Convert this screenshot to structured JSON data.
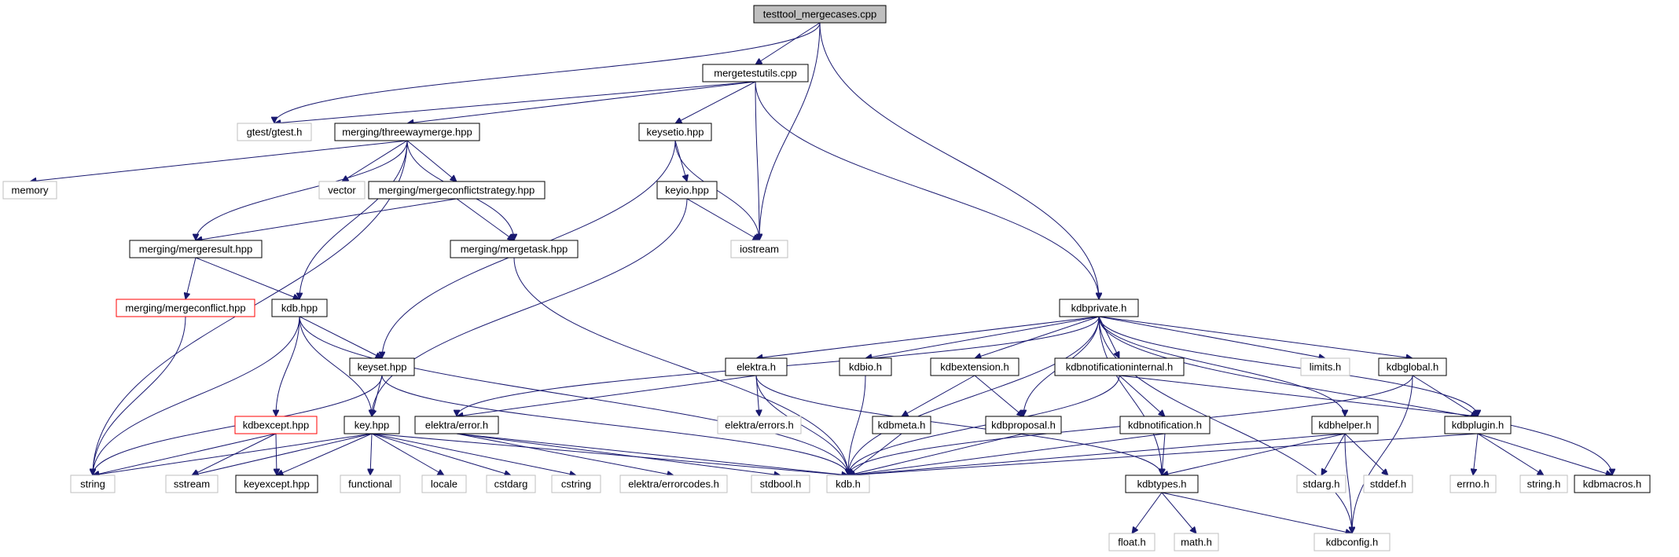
{
  "diagram": {
    "type": "include-dependency-graph",
    "colors": {
      "edge": "#191970",
      "root_fill": "#bfbfbf",
      "node_fill": "#ffffff",
      "documented_border": "#000000",
      "external_border": "#bfbfbf",
      "truncated_border": "#ff0000"
    },
    "nodes": [
      {
        "id": "testtool_mergecases_cpp",
        "label": "testtool_mergecases.cpp",
        "style": "root"
      },
      {
        "id": "mergetestutils_cpp",
        "label": "mergetestutils.cpp",
        "style": "documented"
      },
      {
        "id": "gtest_h",
        "label": "gtest/gtest.h",
        "style": "external"
      },
      {
        "id": "threewaymerge_hpp",
        "label": "merging/threewaymerge.hpp",
        "style": "documented"
      },
      {
        "id": "keysetio_hpp",
        "label": "keysetio.hpp",
        "style": "documented"
      },
      {
        "id": "memory",
        "label": "memory",
        "style": "external"
      },
      {
        "id": "vector",
        "label": "vector",
        "style": "external"
      },
      {
        "id": "mergeconflictstrategy_hpp",
        "label": "merging/mergeconflictstrategy.hpp",
        "style": "documented"
      },
      {
        "id": "keyio_hpp",
        "label": "keyio.hpp",
        "style": "documented"
      },
      {
        "id": "mergeresult_hpp",
        "label": "merging/mergeresult.hpp",
        "style": "documented"
      },
      {
        "id": "mergetask_hpp",
        "label": "merging/mergetask.hpp",
        "style": "documented"
      },
      {
        "id": "iostream",
        "label": "iostream",
        "style": "external"
      },
      {
        "id": "mergeconflict_hpp",
        "label": "merging/mergeconflict.hpp",
        "style": "truncated"
      },
      {
        "id": "kdb_hpp",
        "label": "kdb.hpp",
        "style": "documented"
      },
      {
        "id": "kdbprivate_h",
        "label": "kdbprivate.h",
        "style": "documented"
      },
      {
        "id": "keyset_hpp",
        "label": "keyset.hpp",
        "style": "documented"
      },
      {
        "id": "elektra_h",
        "label": "elektra.h",
        "style": "documented"
      },
      {
        "id": "kdbio_h",
        "label": "kdbio.h",
        "style": "documented"
      },
      {
        "id": "kdbextension_h",
        "label": "kdbextension.h",
        "style": "documented"
      },
      {
        "id": "kdbnotificationinternal_h",
        "label": "kdbnotificationinternal.h",
        "style": "documented"
      },
      {
        "id": "limits_h",
        "label": "limits.h",
        "style": "external"
      },
      {
        "id": "kdbglobal_h",
        "label": "kdbglobal.h",
        "style": "documented"
      },
      {
        "id": "kdbexcept_hpp",
        "label": "kdbexcept.hpp",
        "style": "truncated"
      },
      {
        "id": "key_hpp",
        "label": "key.hpp",
        "style": "documented"
      },
      {
        "id": "elektra_error_h",
        "label": "elektra/error.h",
        "style": "documented"
      },
      {
        "id": "elektra_errors_h",
        "label": "elektra/errors.h",
        "style": "external"
      },
      {
        "id": "kdbmeta_h",
        "label": "kdbmeta.h",
        "style": "documented"
      },
      {
        "id": "kdbproposal_h",
        "label": "kdbproposal.h",
        "style": "documented"
      },
      {
        "id": "kdbnotification_h",
        "label": "kdbnotification.h",
        "style": "documented"
      },
      {
        "id": "kdbhelper_h",
        "label": "kdbhelper.h",
        "style": "documented"
      },
      {
        "id": "kdbplugin_h",
        "label": "kdbplugin.h",
        "style": "documented"
      },
      {
        "id": "string",
        "label": "string",
        "style": "external"
      },
      {
        "id": "sstream",
        "label": "sstream",
        "style": "external"
      },
      {
        "id": "keyexcept_hpp",
        "label": "keyexcept.hpp",
        "style": "documented"
      },
      {
        "id": "functional",
        "label": "functional",
        "style": "external"
      },
      {
        "id": "locale",
        "label": "locale",
        "style": "external"
      },
      {
        "id": "cstdarg",
        "label": "cstdarg",
        "style": "external"
      },
      {
        "id": "cstring",
        "label": "cstring",
        "style": "external"
      },
      {
        "id": "elektra_errorcodes_h",
        "label": "elektra/errorcodes.h",
        "style": "external"
      },
      {
        "id": "stdbool_h",
        "label": "stdbool.h",
        "style": "external"
      },
      {
        "id": "kdb_h",
        "label": "kdb.h",
        "style": "external"
      },
      {
        "id": "kdbtypes_h",
        "label": "kdbtypes.h",
        "style": "documented"
      },
      {
        "id": "stdarg_h",
        "label": "stdarg.h",
        "style": "external"
      },
      {
        "id": "stddef_h",
        "label": "stddef.h",
        "style": "external"
      },
      {
        "id": "errno_h",
        "label": "errno.h",
        "style": "external"
      },
      {
        "id": "string_h",
        "label": "string.h",
        "style": "external"
      },
      {
        "id": "kdbmacros_h",
        "label": "kdbmacros.h",
        "style": "documented"
      },
      {
        "id": "float_h",
        "label": "float.h",
        "style": "external"
      },
      {
        "id": "math_h",
        "label": "math.h",
        "style": "external"
      },
      {
        "id": "kdbconfig_h",
        "label": "kdbconfig.h",
        "style": "external"
      }
    ],
    "edges": [
      [
        "testtool_mergecases_cpp",
        "mergetestutils_cpp"
      ],
      [
        "testtool_mergecases_cpp",
        "gtest_h"
      ],
      [
        "testtool_mergecases_cpp",
        "iostream"
      ],
      [
        "testtool_mergecases_cpp",
        "kdbprivate_h"
      ],
      [
        "mergetestutils_cpp",
        "gtest_h"
      ],
      [
        "mergetestutils_cpp",
        "threewaymerge_hpp"
      ],
      [
        "mergetestutils_cpp",
        "keysetio_hpp"
      ],
      [
        "mergetestutils_cpp",
        "iostream"
      ],
      [
        "mergetestutils_cpp",
        "kdbprivate_h"
      ],
      [
        "threewaymerge_hpp",
        "memory"
      ],
      [
        "threewaymerge_hpp",
        "vector"
      ],
      [
        "threewaymerge_hpp",
        "mergeconflictstrategy_hpp"
      ],
      [
        "threewaymerge_hpp",
        "mergeresult_hpp"
      ],
      [
        "threewaymerge_hpp",
        "mergetask_hpp"
      ],
      [
        "threewaymerge_hpp",
        "kdb_hpp"
      ],
      [
        "threewaymerge_hpp",
        "string"
      ],
      [
        "keysetio_hpp",
        "keyio_hpp"
      ],
      [
        "keysetio_hpp",
        "iostream"
      ],
      [
        "keysetio_hpp",
        "keyset_hpp"
      ],
      [
        "keyio_hpp",
        "iostream"
      ],
      [
        "keyio_hpp",
        "key_hpp"
      ],
      [
        "mergeconflictstrategy_hpp",
        "mergeresult_hpp"
      ],
      [
        "mergeconflictstrategy_hpp",
        "mergetask_hpp"
      ],
      [
        "mergeresult_hpp",
        "mergeconflict_hpp"
      ],
      [
        "mergeresult_hpp",
        "kdb_hpp"
      ],
      [
        "mergetask_hpp",
        "kdb_h"
      ],
      [
        "mergeconflict_hpp",
        "string"
      ],
      [
        "kdb_hpp",
        "keyset_hpp"
      ],
      [
        "kdb_hpp",
        "key_hpp"
      ],
      [
        "kdb_hpp",
        "kdbexcept_hpp"
      ],
      [
        "kdb_hpp",
        "string"
      ],
      [
        "kdb_hpp",
        "kdb_h"
      ],
      [
        "keyset_hpp",
        "key_hpp"
      ],
      [
        "keyset_hpp",
        "kdb_h"
      ],
      [
        "keyset_hpp",
        "string"
      ],
      [
        "kdbexcept_hpp",
        "keyexcept_hpp"
      ],
      [
        "kdbexcept_hpp",
        "string"
      ],
      [
        "kdbexcept_hpp",
        "sstream"
      ],
      [
        "key_hpp",
        "string"
      ],
      [
        "key_hpp",
        "sstream"
      ],
      [
        "key_hpp",
        "keyexcept_hpp"
      ],
      [
        "key_hpp",
        "functional"
      ],
      [
        "key_hpp",
        "locale"
      ],
      [
        "key_hpp",
        "cstdarg"
      ],
      [
        "key_hpp",
        "cstring"
      ],
      [
        "key_hpp",
        "kdb_h"
      ],
      [
        "kdbprivate_h",
        "elektra_h"
      ],
      [
        "kdbprivate_h",
        "kdbio_h"
      ],
      [
        "kdbprivate_h",
        "kdbextension_h"
      ],
      [
        "kdbprivate_h",
        "kdbnotificationinternal_h"
      ],
      [
        "kdbprivate_h",
        "limits_h"
      ],
      [
        "kdbprivate_h",
        "kdbglobal_h"
      ],
      [
        "kdbprivate_h",
        "elektra_error_h"
      ],
      [
        "kdbprivate_h",
        "kdbproposal_h"
      ],
      [
        "kdbprivate_h",
        "kdbhelper_h"
      ],
      [
        "kdbprivate_h",
        "kdbplugin_h"
      ],
      [
        "kdbprivate_h",
        "kdbmacros_h"
      ],
      [
        "kdbprivate_h",
        "kdbtypes_h"
      ],
      [
        "kdbprivate_h",
        "kdbconfig_h"
      ],
      [
        "kdbprivate_h",
        "kdb_h"
      ],
      [
        "elektra_h",
        "elektra_errors_h"
      ],
      [
        "elektra_h",
        "elektra_error_h"
      ],
      [
        "elektra_h",
        "kdb_h"
      ],
      [
        "elektra_h",
        "kdbtypes_h"
      ],
      [
        "elektra_error_h",
        "elektra_errorcodes_h"
      ],
      [
        "elektra_error_h",
        "stdbool_h"
      ],
      [
        "elektra_error_h",
        "kdb_h"
      ],
      [
        "kdbio_h",
        "kdb_h"
      ],
      [
        "kdbextension_h",
        "kdbmeta_h"
      ],
      [
        "kdbextension_h",
        "kdbproposal_h"
      ],
      [
        "kdbmeta_h",
        "kdb_h"
      ],
      [
        "kdbproposal_h",
        "kdb_h"
      ],
      [
        "kdbnotificationinternal_h",
        "kdbnotification_h"
      ],
      [
        "kdbnotificationinternal_h",
        "kdbplugin_h"
      ],
      [
        "kdbnotificationinternal_h",
        "kdb_h"
      ],
      [
        "kdbnotification_h",
        "kdbtypes_h"
      ],
      [
        "kdbnotification_h",
        "kdb_h"
      ],
      [
        "kdbglobal_h",
        "kdbplugin_h"
      ],
      [
        "kdbglobal_h",
        "kdbconfig_h"
      ],
      [
        "kdbglobal_h",
        "kdb_h"
      ],
      [
        "kdbhelper_h",
        "stdarg_h"
      ],
      [
        "kdbhelper_h",
        "stddef_h"
      ],
      [
        "kdbhelper_h",
        "kdbtypes_h"
      ],
      [
        "kdbhelper_h",
        "kdbconfig_h"
      ],
      [
        "kdbhelper_h",
        "kdb_h"
      ],
      [
        "kdbplugin_h",
        "errno_h"
      ],
      [
        "kdbplugin_h",
        "string_h"
      ],
      [
        "kdbplugin_h",
        "kdbmacros_h"
      ],
      [
        "kdbplugin_h",
        "kdb_h"
      ],
      [
        "kdbtypes_h",
        "float_h"
      ],
      [
        "kdbtypes_h",
        "math_h"
      ],
      [
        "kdbtypes_h",
        "kdbconfig_h"
      ]
    ]
  }
}
